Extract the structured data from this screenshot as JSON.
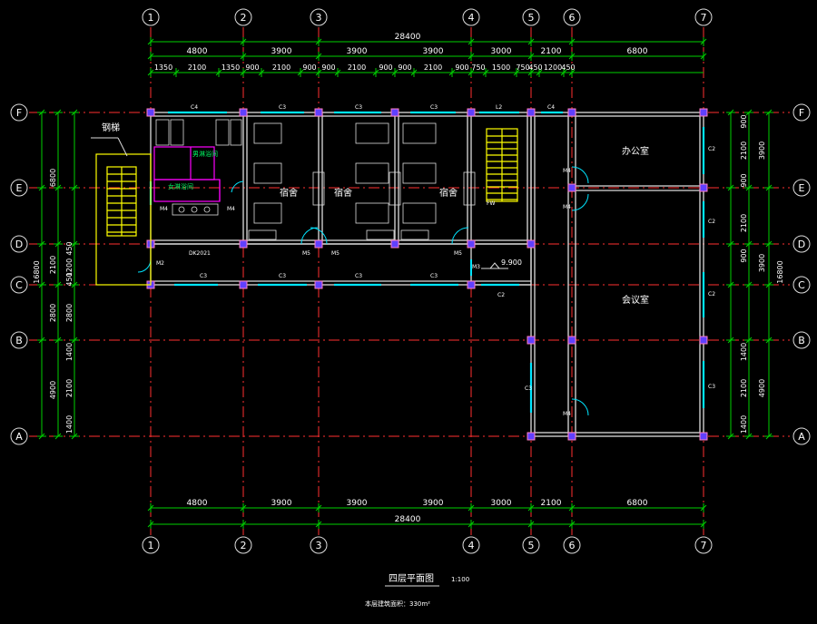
{
  "axes": {
    "columns": [
      "1",
      "2",
      "3",
      "4",
      "5",
      "6",
      "7"
    ],
    "rows": [
      "F",
      "E",
      "D",
      "C",
      "B",
      "A"
    ]
  },
  "dimensions": {
    "total": "28400",
    "bays": [
      "4800",
      "3900",
      "3900",
      "3900",
      "3000",
      "2100",
      "6800"
    ],
    "sub": [
      "1350",
      "2100",
      "1350",
      "900",
      "2100",
      "900",
      "900",
      "2100",
      "900",
      "900",
      "2100",
      "900",
      "750",
      "1500",
      "750",
      "450",
      "1200",
      "450"
    ],
    "left_total": "16800",
    "left_upper": "6800",
    "left_mid": [
      "2100",
      "450",
      "1200",
      "450"
    ],
    "left_lower_outer": [
      "2800",
      "4900"
    ],
    "left_lower_inner": [
      "2800",
      "1400",
      "2100",
      "1400"
    ],
    "right_total": "16800",
    "right_outer": [
      "3900",
      "3900",
      "4900"
    ],
    "right_inner": [
      "900",
      "2100",
      "900",
      "2100",
      "900",
      "1400",
      "2100",
      "1400"
    ]
  },
  "rooms": {
    "stair_left": "钢梯",
    "washroom_men": "男淋浴间",
    "washroom_women": "女淋浴间",
    "dorm": "宿舍",
    "office": "办公室",
    "meeting": "会议室"
  },
  "tags": {
    "c4": "C4",
    "c3": "C3",
    "c2": "C2",
    "m2": "M2",
    "m3": "M3",
    "m4": "M4",
    "m5": "M5",
    "l2": "L2",
    "fw": "FW",
    "dk": "DK2021",
    "elevation": "9.900"
  },
  "title": {
    "name": "四层平面图",
    "scale": "1:100",
    "area": "本层建筑面积：330m²"
  },
  "colors": {
    "axis_line": "#ff3030",
    "dim_line": "#00d000",
    "wall": "#dddddd",
    "window": "#00e5ff",
    "door": "#00e5ff",
    "magenta": "#ff00ff",
    "column": "#6040ff",
    "stair": "#ffff00",
    "text": "#ffffff",
    "green_text": "#00ff66",
    "pink": "#ff80c0"
  }
}
